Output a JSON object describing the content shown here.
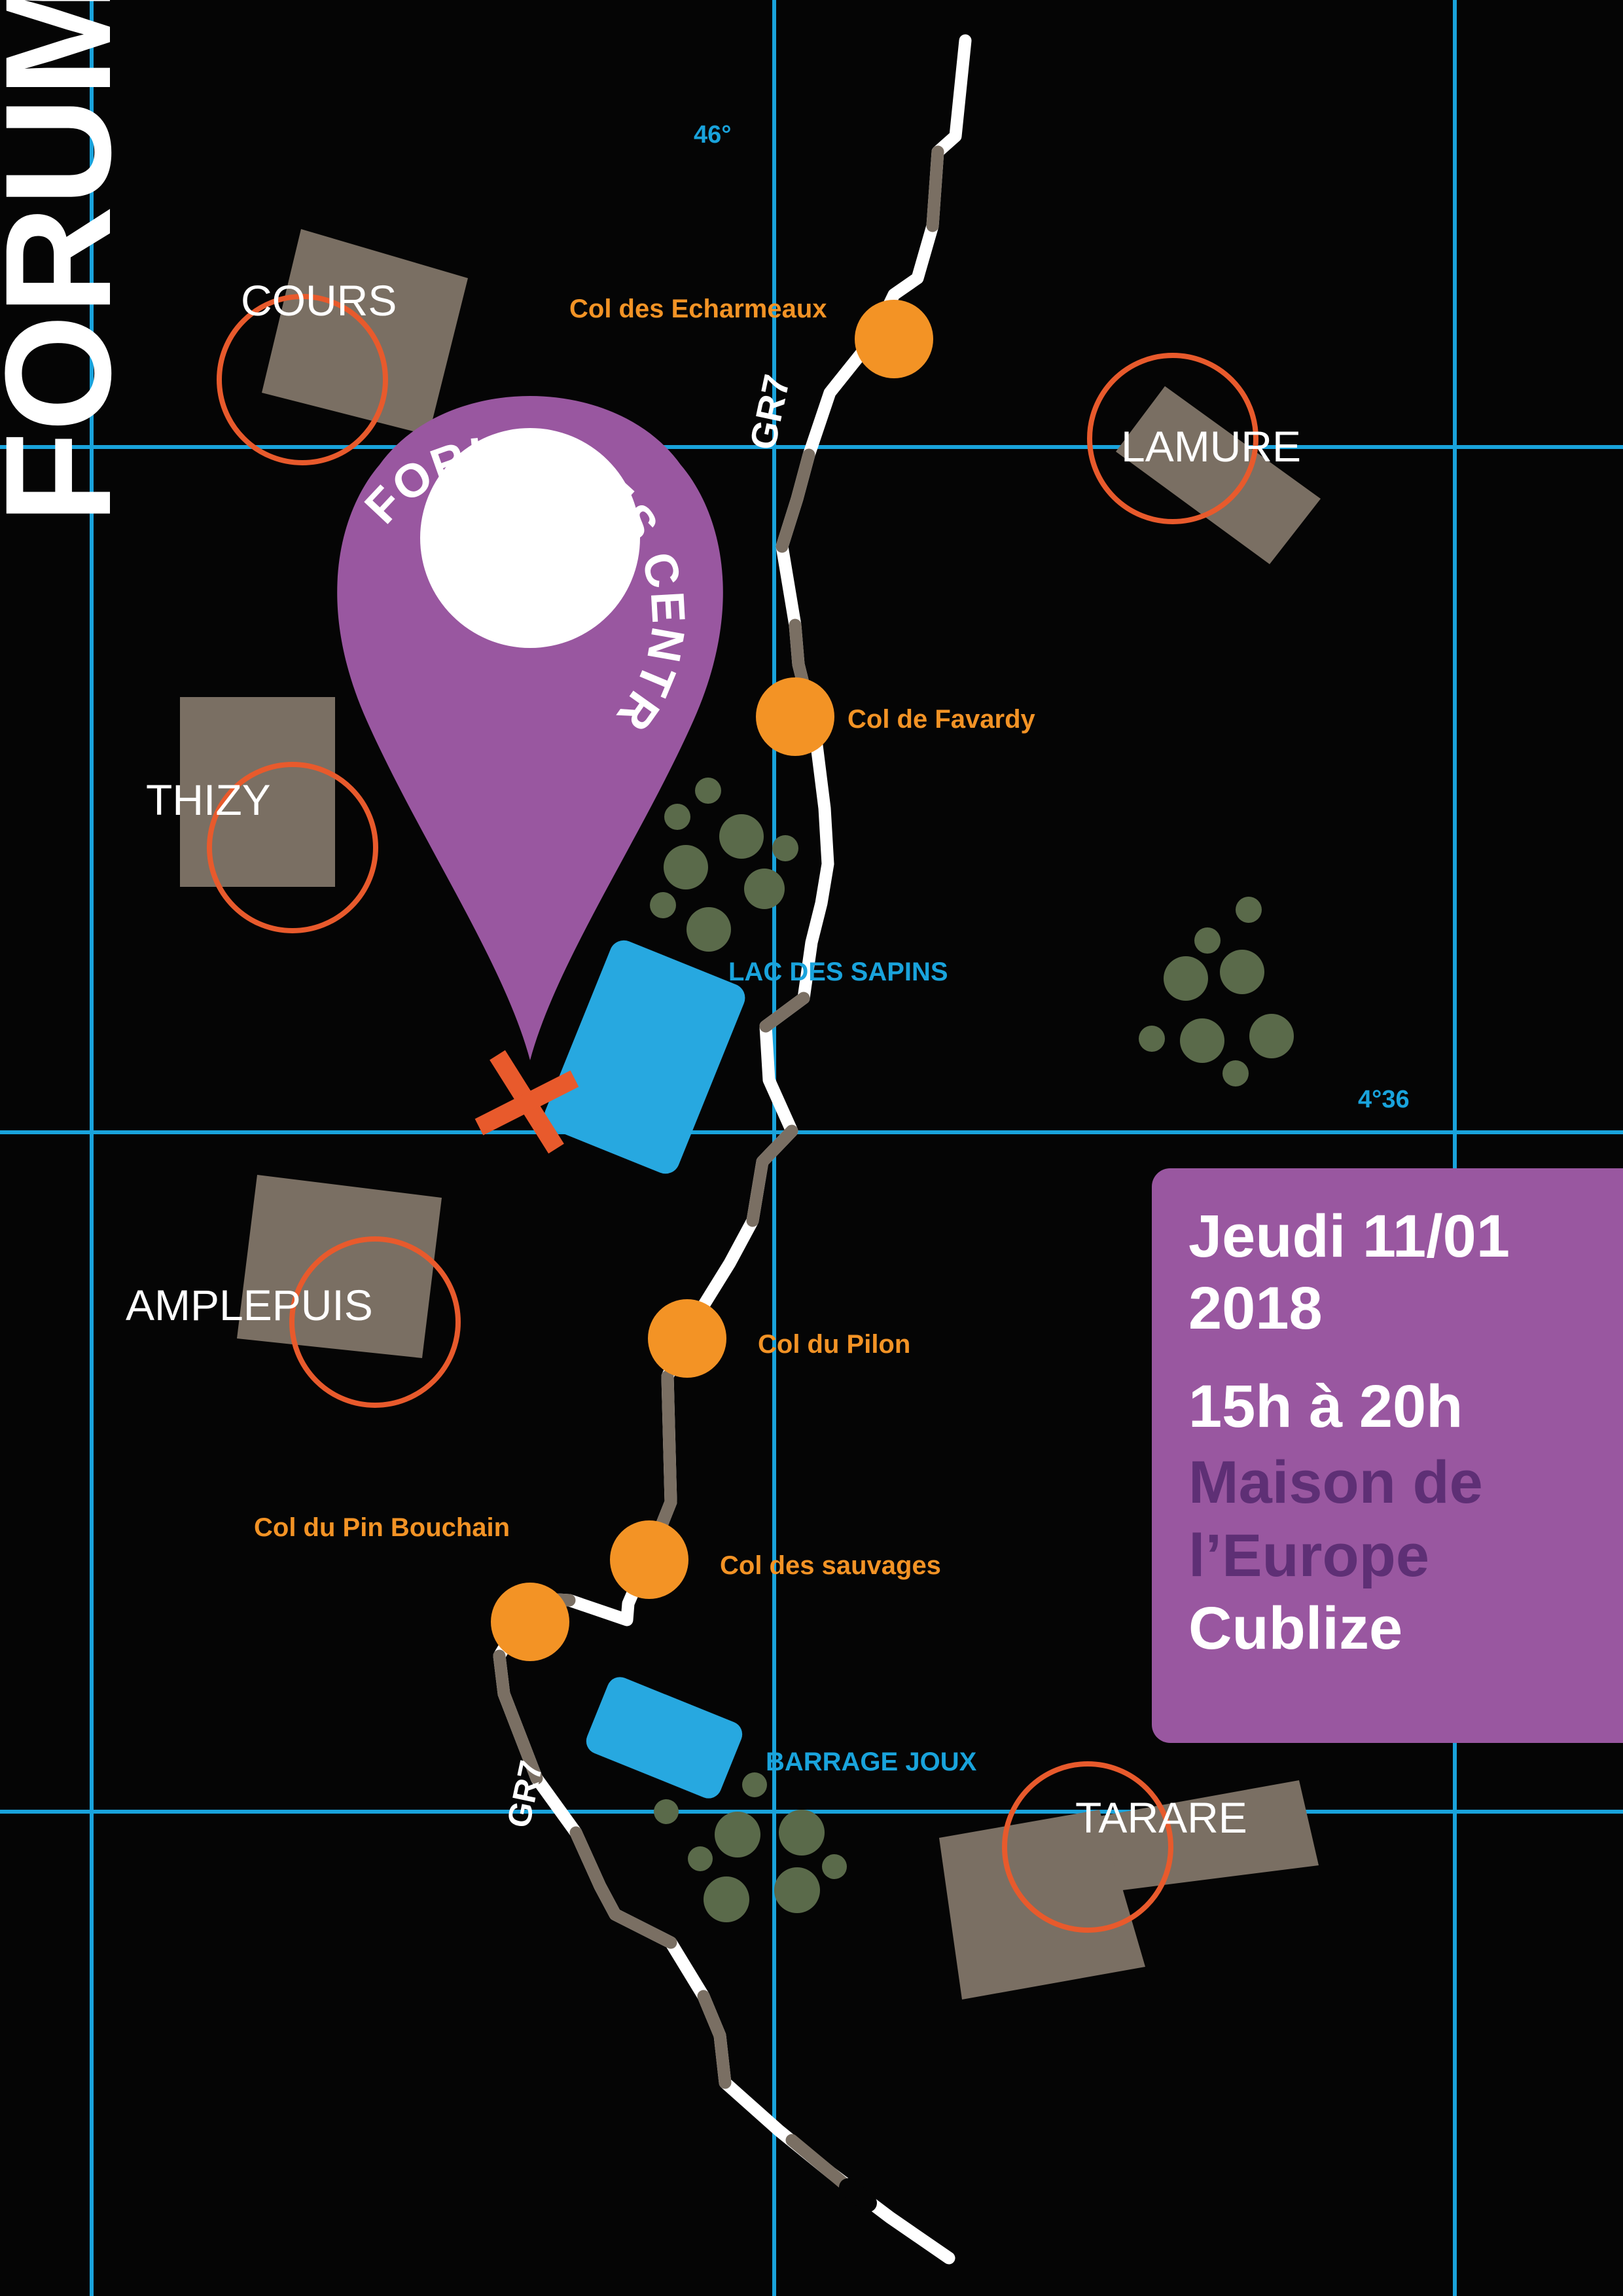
{
  "header": {
    "title": "FORUM"
  },
  "badge": {
    "text": "FORUM DES CENTRES SOCIAUX"
  },
  "grid": {
    "lat_label": "46°",
    "lon_label": "4°36"
  },
  "route": {
    "name": "GR7"
  },
  "towns": {
    "cours": "COURS",
    "lamure": "LAMURE",
    "thizy": "THIZY",
    "amplepuis": "AMPLEPUIS",
    "tarare": "TARARE"
  },
  "passes": {
    "echarmeaux": "Col des Echarmeaux",
    "favardy": "Col de Favardy",
    "pilon": "Col du Pilon",
    "pin_bouchain": "Col du Pin Bouchain",
    "sauvages": "Col des sauvages"
  },
  "water": {
    "lac_sapins": "LAC DES SAPINS",
    "barrage_joux": "BARRAGE JOUX"
  },
  "event": {
    "day": "Jeudi 11/01",
    "year": "2018",
    "time": "15h à 20h",
    "venue_line1": "Maison de",
    "venue_line2": "l’Europe",
    "town": "Cublize"
  },
  "colors": {
    "background": "#050505",
    "grid": "#19a3dc",
    "accent_purple": "#9957a0",
    "venue_purple": "#5e2f75",
    "pass_orange": "#f39325",
    "town_ring": "#e85a2c",
    "building": "#7a6f63",
    "forest": "#5a6a4a",
    "water": "#27a8e0"
  }
}
